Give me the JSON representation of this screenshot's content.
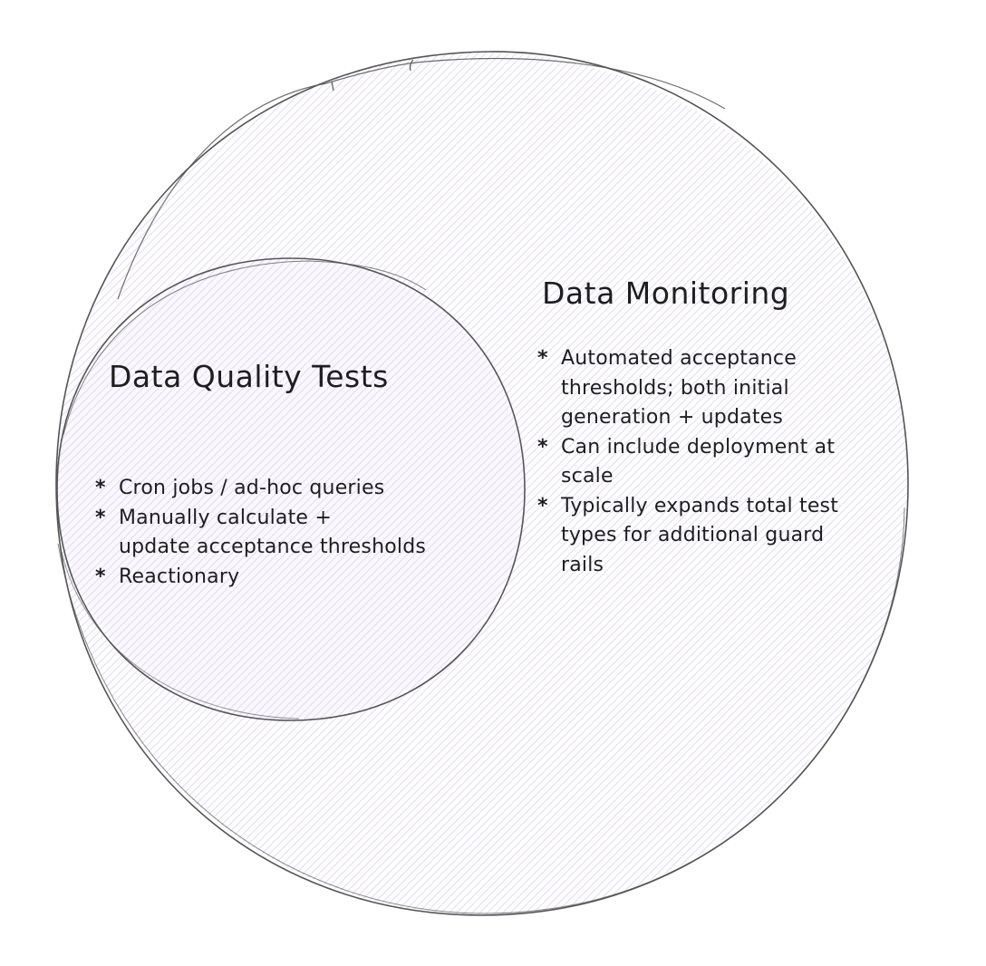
{
  "colors": {
    "stroke": "#555555",
    "hatch": "#e3dbfb",
    "text": "#1e1e1e",
    "background": "#ffffff"
  },
  "diagram": {
    "type": "nested-circles",
    "outer": {
      "title": "Data Monitoring",
      "bullets": [
        "Automated acceptance\nthresholds; both initial\ngeneration + updates",
        "Can include deployment at\nscale",
        "Typically expands total test\ntypes for additional guard\nrails"
      ]
    },
    "inner": {
      "title": "Data Quality Tests",
      "bullets": [
        "Cron jobs / ad-hoc queries",
        "Manually calculate +\nupdate acceptance thresholds",
        "Reactionary"
      ]
    },
    "bullet_glyph": "*"
  }
}
